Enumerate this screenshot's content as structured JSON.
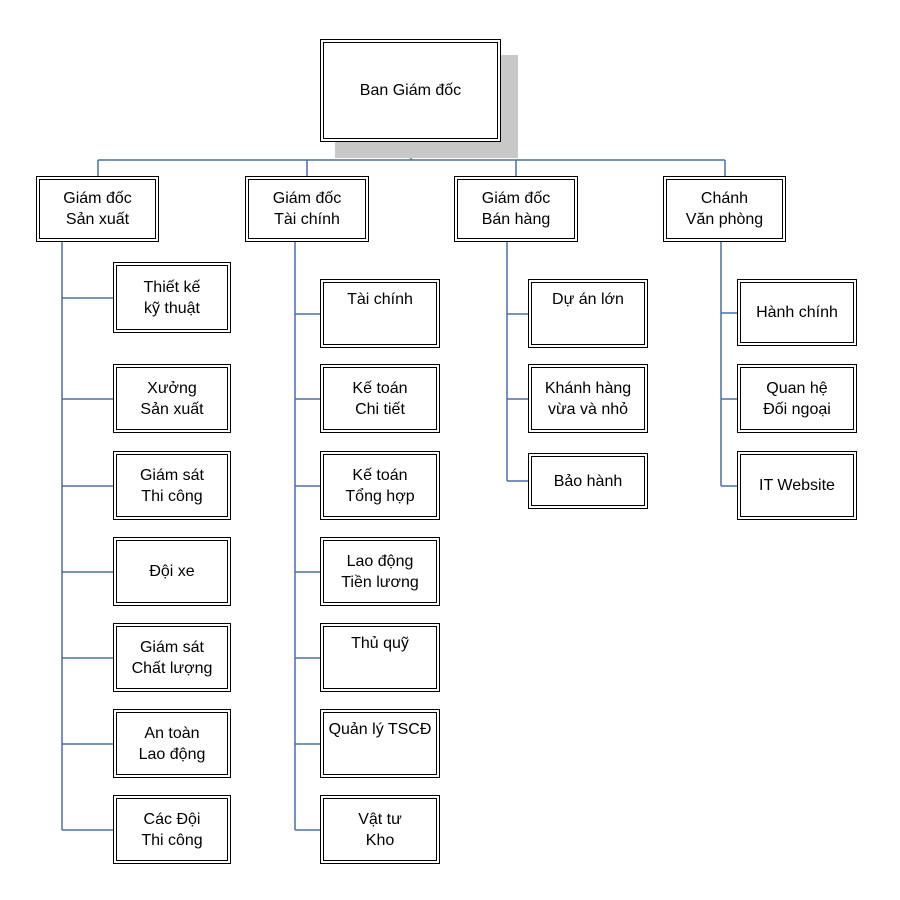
{
  "root": {
    "label": "Ban Giám đốc"
  },
  "departments": [
    {
      "key": "san-xuat",
      "label": "Giám đốc\nSản xuất",
      "units": [
        "Thiết kế\nkỹ thuật",
        "Xưởng\nSản xuất",
        "Giám sát\nThi công",
        "Đội xe",
        "Giám sát\nChất lượng",
        "An toàn\nLao động",
        "Các Đội\nThi công"
      ]
    },
    {
      "key": "tai-chinh",
      "label": "Giám đốc\nTài chính",
      "units": [
        "Tài chính",
        "Kế toán\nChi tiết",
        "Kế toán\nTổng hợp",
        "Lao động\nTiền lương",
        "Thủ quỹ",
        "Quản lý TSCĐ",
        "Vật tư\nKho"
      ]
    },
    {
      "key": "ban-hang",
      "label": "Giám đốc\nBán hàng",
      "units": [
        "Dự án lớn",
        "Khánh hàng\nvừa và nhỏ",
        "Bảo hành"
      ]
    },
    {
      "key": "van-phong",
      "label": "Chánh\nVăn phòng",
      "units": [
        "Hành chính",
        "Quan hệ\nĐối ngoại",
        "IT Website"
      ]
    }
  ],
  "colors": {
    "connector": "#4a6ea9",
    "border": "#000000",
    "shadow": "#c8c8c8"
  }
}
